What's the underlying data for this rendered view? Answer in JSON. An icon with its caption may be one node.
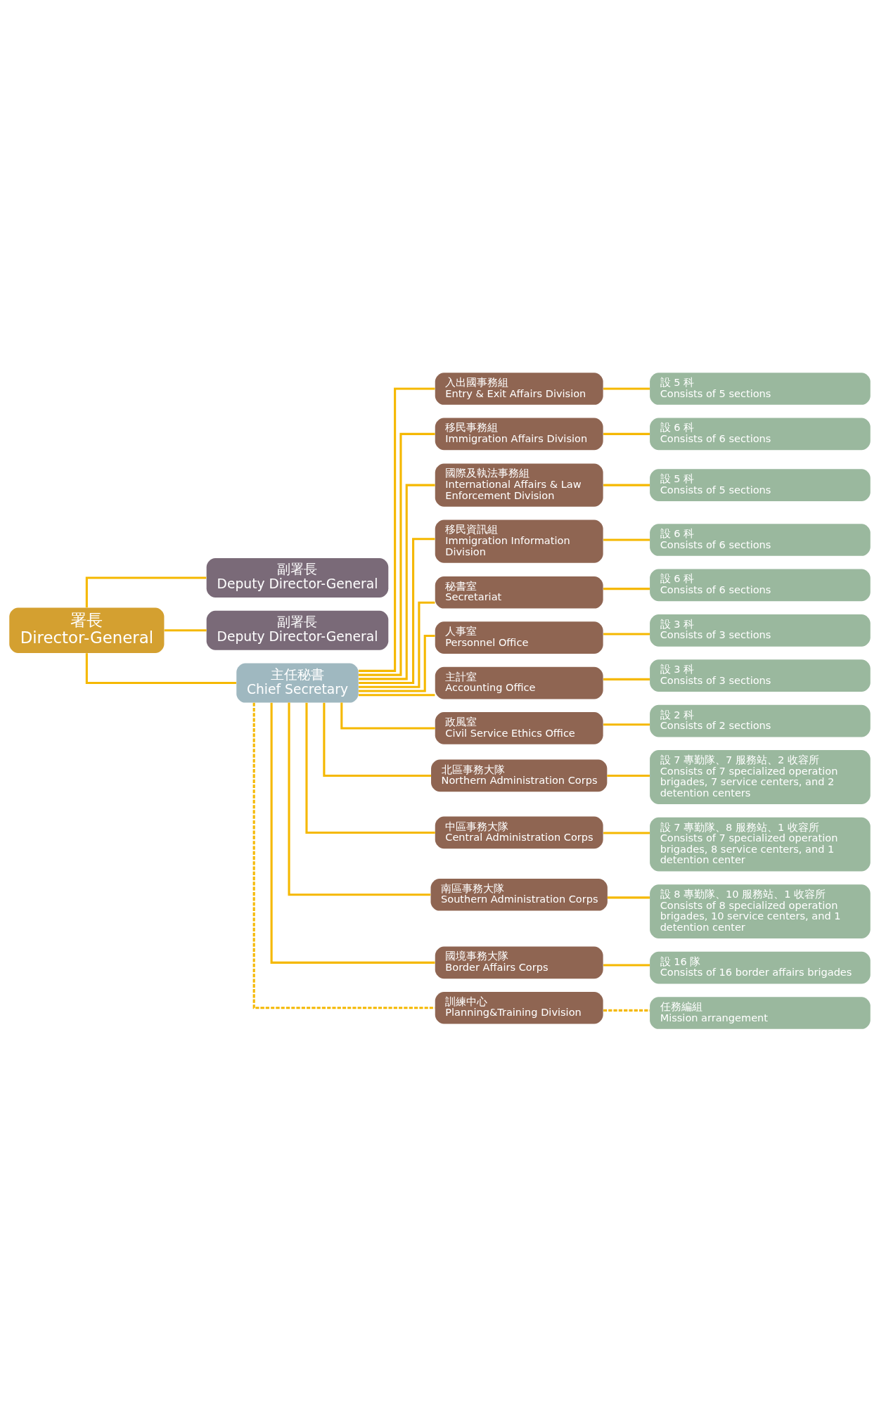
{
  "diagram": {
    "nodes": [
      {
        "text": [
          "署長",
          "Director-General"
        ]
      },
      {
        "text": [
          "副署長",
          "Deputy Director-General"
        ]
      },
      {
        "text": [
          "副署長",
          "Deputy Director-General"
        ]
      },
      {
        "text": [
          "主任秘書",
          "Chief Secretary"
        ]
      },
      {
        "text": [
          "入出國事務組",
          "Entry & Exit Affairs Division"
        ]
      },
      {
        "text": [
          "移民事務組",
          "Immigration Affairs Division"
        ]
      },
      {
        "text": [
          "國際及執法事務組",
          "International Affairs & Law Enforcement Division"
        ]
      },
      {
        "text": [
          "移民資訊組",
          "Immigration Information Division"
        ]
      },
      {
        "text": [
          "秘書室",
          "Secretariat"
        ]
      },
      {
        "text": [
          "人事室",
          "Personnel Office"
        ]
      },
      {
        "text": [
          "主計室",
          "Accounting Office"
        ]
      },
      {
        "text": [
          "政風室",
          "Civil Service Ethics Office"
        ]
      },
      {
        "text": [
          "北區事務大隊",
          "Northern Administration Corps"
        ]
      },
      {
        "text": [
          "中區事務大隊",
          "Central Administration Corps"
        ]
      },
      {
        "text": [
          "南區事務大隊",
          "Southern Administration Corps"
        ]
      },
      {
        "text": [
          "國境事務大隊",
          "Border Affairs Corps"
        ]
      },
      {
        "text": [
          "訓練中心",
          "Planning&Training Division"
        ]
      },
      {
        "text": [
          "設 5 科",
          "Consists of 5 sections"
        ]
      },
      {
        "text": [
          "設 6 科",
          "Consists of 6 sections"
        ]
      },
      {
        "text": [
          "設 5 科",
          "Consists of 5 sections"
        ]
      },
      {
        "text": [
          "設 6 科",
          "Consists of 6 sections"
        ]
      },
      {
        "text": [
          "設 6 科",
          "Consists of 6 sections"
        ]
      },
      {
        "text": [
          "設 3 科",
          "Consists of 3 sections"
        ]
      },
      {
        "text": [
          "設 3 科",
          "Consists of 3 sections"
        ]
      },
      {
        "text": [
          "設 2 科",
          "Consists of 2 sections"
        ]
      },
      {
        "text": [
          "設 7 專勤隊、7 服務站、2 收容所",
          "Consists of 7 specialized operation brigades, 7 service centers, and 2 detention centers"
        ]
      },
      {
        "text": [
          "設 7 專勤隊、8 服務站、1 收容所",
          "Consists of 7 specialized operation brigades, 8 service centers, and 1 detention center"
        ]
      },
      {
        "text": [
          "設 8 專勤隊、10 服務站、1 收容所",
          "Consists of 8 specialized operation brigades, 10 service centers, and 1 detention center"
        ]
      },
      {
        "text": [
          "設 16 隊",
          "Consists of 16 border affairs brigades"
        ]
      },
      {
        "text": [
          "任務編組",
          "Mission arrangement"
        ]
      }
    ],
    "edges": [
      {
        "from": 0,
        "to": 1,
        "arrow": "none"
      },
      {
        "from": 0,
        "to": 2,
        "arrow": "none"
      },
      {
        "from": 0,
        "to": 3,
        "arrow": "none"
      },
      {
        "from": 3,
        "to": 4,
        "arrow": "none"
      },
      {
        "from": 3,
        "to": 5,
        "arrow": "none"
      },
      {
        "from": 3,
        "to": 6,
        "arrow": "none"
      },
      {
        "from": 3,
        "to": 7,
        "arrow": "none"
      },
      {
        "from": 3,
        "to": 8,
        "arrow": "none"
      },
      {
        "from": 3,
        "to": 9,
        "arrow": "none"
      },
      {
        "from": 3,
        "to": 10,
        "arrow": "none"
      },
      {
        "from": 3,
        "to": 11,
        "arrow": "none"
      },
      {
        "from": 3,
        "to": 12,
        "arrow": "none"
      },
      {
        "from": 3,
        "to": 13,
        "arrow": "none"
      },
      {
        "from": 3,
        "to": 14,
        "arrow": "none"
      },
      {
        "from": 3,
        "to": 15,
        "arrow": "none"
      },
      {
        "from": 3,
        "to": 16,
        "arrow": "none",
        "style": "dashed"
      },
      {
        "from": 4,
        "to": 17,
        "arrow": "none"
      },
      {
        "from": 5,
        "to": 18,
        "arrow": "none"
      },
      {
        "from": 6,
        "to": 19,
        "arrow": "none"
      },
      {
        "from": 7,
        "to": 20,
        "arrow": "none"
      },
      {
        "from": 8,
        "to": 21,
        "arrow": "none"
      },
      {
        "from": 9,
        "to": 22,
        "arrow": "none"
      },
      {
        "from": 10,
        "to": 23,
        "arrow": "none"
      },
      {
        "from": 11,
        "to": 24,
        "arrow": "none"
      },
      {
        "from": 12,
        "to": 25,
        "arrow": "none"
      },
      {
        "from": 13,
        "to": 26,
        "arrow": "none"
      },
      {
        "from": 14,
        "to": 27,
        "arrow": "none"
      },
      {
        "from": 15,
        "to": 28,
        "arrow": "none"
      },
      {
        "from": 16,
        "to": 29,
        "arrow": "none",
        "style": "dashed"
      }
    ]
  }
}
